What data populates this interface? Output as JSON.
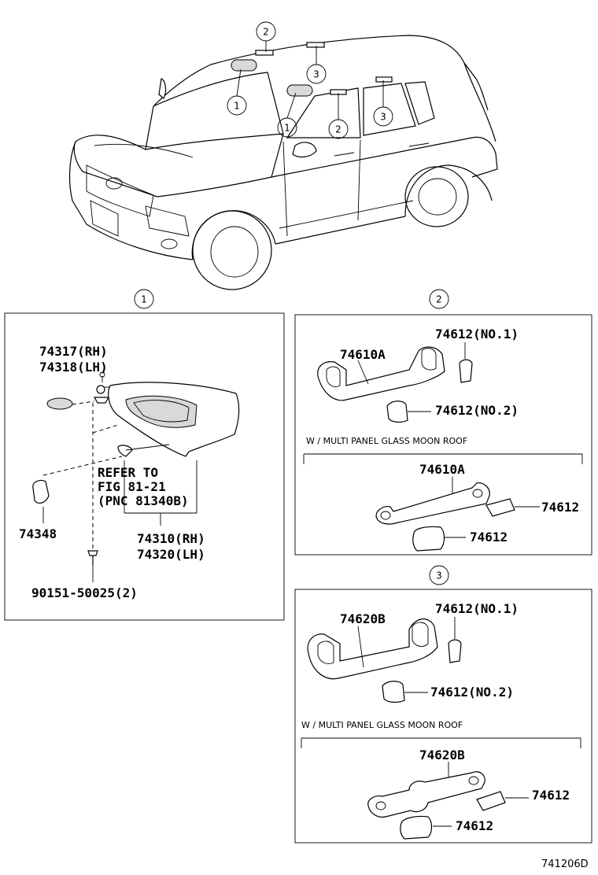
{
  "vehicle_view": {
    "callouts": [
      "2",
      "3",
      "1",
      "1",
      "2",
      "3"
    ]
  },
  "panel1": {
    "callout": "1",
    "labels": {
      "p74317": "74317(RH)",
      "p74318": "74318(LH)",
      "refer_line1": "REFER TO",
      "refer_line2": "FIG 81-21",
      "refer_line3": "(PNC 81340B)",
      "p74348": "74348",
      "p74310": "74310(RH)",
      "p74320": "74320(LH)",
      "p90151": "90151-50025(2)"
    }
  },
  "panel2": {
    "callout": "2",
    "labels": {
      "p74612_no1": "74612(NO.1)",
      "p74610a": "74610A",
      "p74612_no2": "74612(NO.2)",
      "condition": "W / MULTI PANEL GLASS MOON ROOF",
      "p74610a_b": "74610A",
      "p74612_a": "74612",
      "p74612_b": "74612"
    }
  },
  "panel3": {
    "callout": "3",
    "labels": {
      "p74612_no1": "74612(NO.1)",
      "p74620b": "74620B",
      "p74612_no2": "74612(NO.2)",
      "condition": "W / MULTI PANEL GLASS MOON ROOF",
      "p74620b_b": "74620B",
      "p74612_a": "74612",
      "p74612_b": "74612"
    }
  },
  "figure_code": "741206D"
}
